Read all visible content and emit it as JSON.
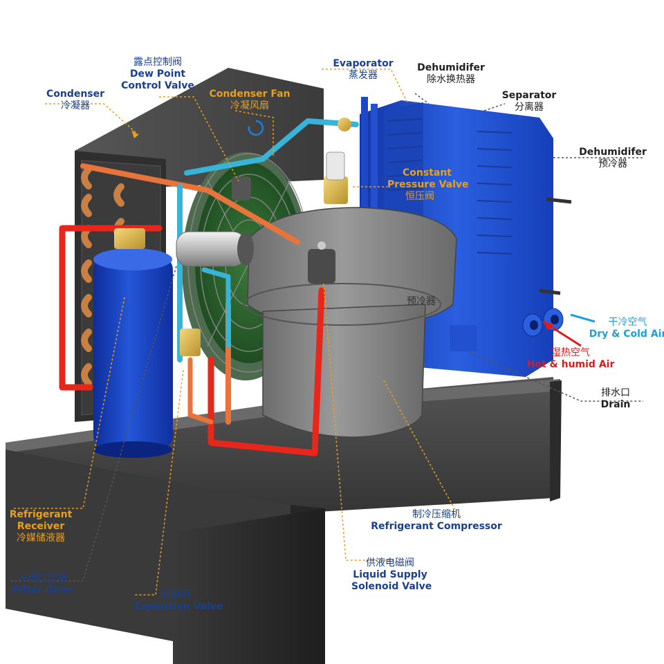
{
  "labels": {
    "condenser": {
      "en": "Condenser",
      "cn": "冷凝器"
    },
    "dew_point_valve": {
      "cn": "露点控制阀",
      "en_1": "Dew Point",
      "en_2": "Control Valve"
    },
    "condenser_fan": {
      "en": "Condenser Fan",
      "cn": "冷凝风扇"
    },
    "evaporator": {
      "en": "Evaporator",
      "cn": "蒸发器"
    },
    "dehumidifier_top": {
      "en": "Dehumidifer",
      "cn": "除水换热器"
    },
    "separator": {
      "en": "Separator",
      "cn": "分离器"
    },
    "dehumidifier_right": {
      "en": "Dehumidifer",
      "cn": "预冷器"
    },
    "constant_pressure_valve": {
      "en_1": "Constant",
      "en_2": "Pressure Valve",
      "cn": "恒压阀"
    },
    "precooler_body": {
      "cn": "预冷器"
    },
    "dry_cold_air": {
      "cn": "干冷空气",
      "en": "Dry & Cold Air"
    },
    "hot_humid_air": {
      "cn": "湿热空气",
      "en": "Hot & humid Air"
    },
    "drain": {
      "cn": "排水口",
      "en": "Drain"
    },
    "refrigerant_compressor": {
      "cn": "制冷压缩机",
      "en": "Refrigerant Compressor"
    },
    "refrigerant_receiver": {
      "en_1": "Refrigerant",
      "en_2": "Receiver",
      "cn": "冷媒储液器"
    },
    "filter_drier": {
      "cn": "干燥过滤器",
      "en": "Filter Drier"
    },
    "liquid_solenoid_valve": {
      "cn": "供液电磁阀",
      "en_1": "Liquid Supply",
      "en_2": "Solenoid Valve"
    },
    "expansion_valve": {
      "cn": "膨胀阀",
      "en": "Expansion Valve"
    }
  },
  "colors": {
    "label_blue": "#1a3f8c",
    "label_orange": "#e9a01c",
    "hot_air_red": "#e01a1a",
    "cold_air_cyan": "#1d9fd9",
    "hot_pipe": "#e8271c",
    "warm_pipe": "#e8743c",
    "cold_pipe": "#38b4d8",
    "cabinet_dark": "#4a4a4a",
    "heat_exchanger_blue": "#1e4fc4"
  }
}
